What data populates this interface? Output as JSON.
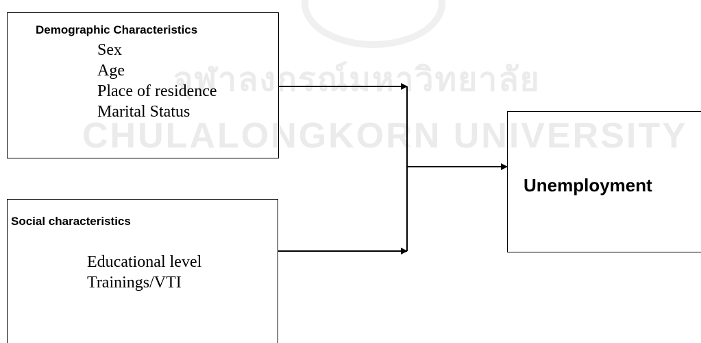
{
  "watermark": {
    "line1": "จุฬาลงกรณ์มหาวิทยาลัย",
    "line2": "CHULALONGKORN UNIVERSITY"
  },
  "demographic": {
    "heading": "Demographic Characteristics",
    "items": [
      "Sex",
      "Age",
      "Place of residence",
      "Marital Status"
    ]
  },
  "social": {
    "heading": "Social characteristics",
    "items": [
      "Educational level",
      "Trainings/VTI"
    ]
  },
  "outcome": {
    "label": "Unemployment"
  },
  "colors": {
    "line": "#000000",
    "watermark": "#ebebeb"
  }
}
